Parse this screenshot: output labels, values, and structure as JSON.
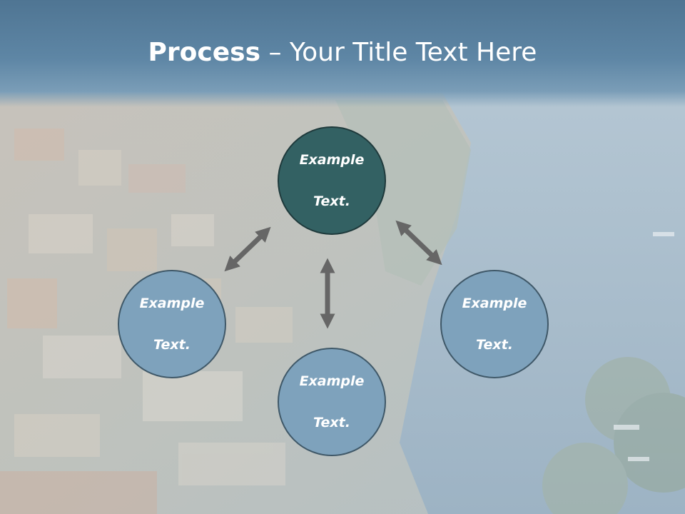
{
  "slide": {
    "title_strong": "Process",
    "title_rest": " – Your Title Text Here"
  },
  "nodes": [
    {
      "label_line1": "Example",
      "label_line2": "Text."
    },
    {
      "label_line1": "Example",
      "label_line2": "Text."
    },
    {
      "label_line1": "Example",
      "label_line2": "Text."
    },
    {
      "label_line1": "Example",
      "label_line2": "Text."
    }
  ],
  "colors": {
    "header": "#5e86a5",
    "top_node_fill": "#336163",
    "node_fill": "#7ea2bc",
    "arrow": "#666666"
  }
}
